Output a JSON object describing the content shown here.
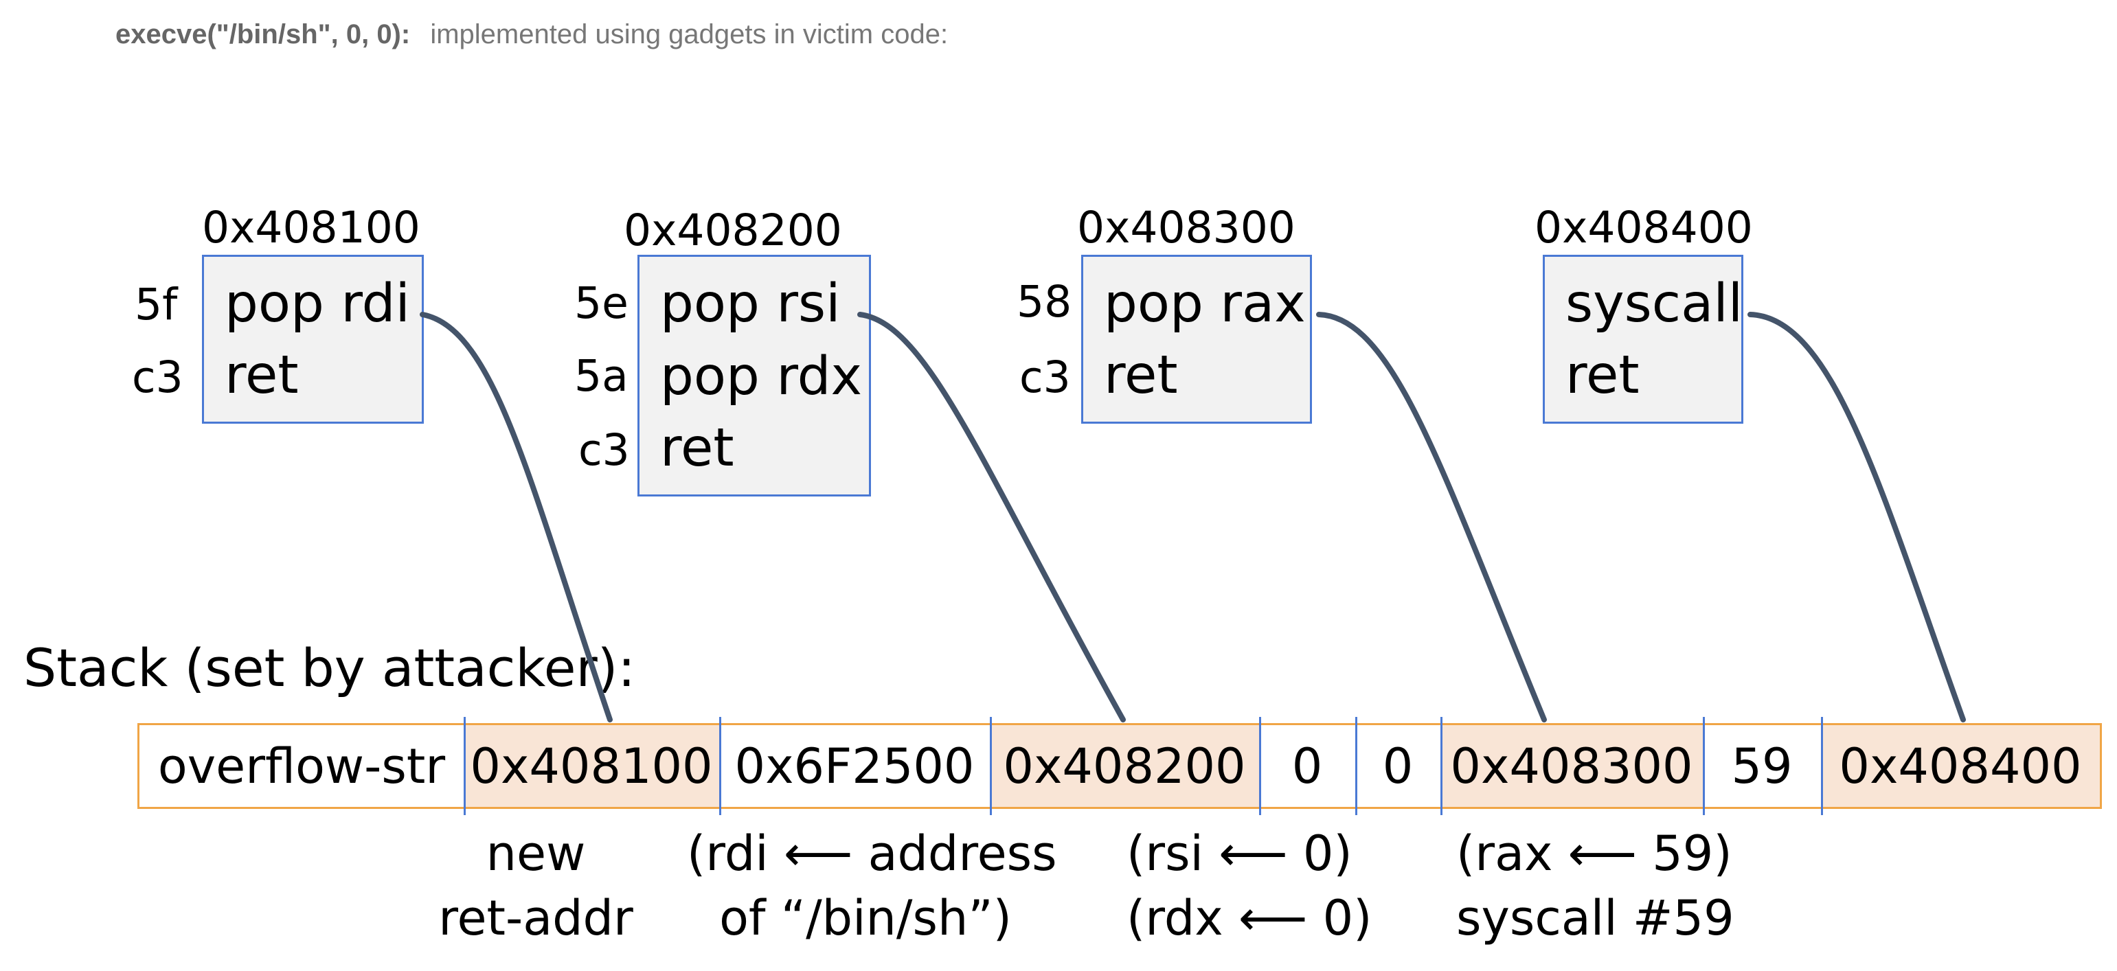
{
  "header": {
    "bold": "execve(\"/bin/sh\", 0, 0):",
    "rest": "implemented using gadgets in victim code:"
  },
  "gadgets": [
    {
      "address": "0x408100",
      "bytes": [
        "5f",
        "c3"
      ],
      "instructions": [
        "pop rdi",
        "ret"
      ]
    },
    {
      "address": "0x408200",
      "bytes": [
        "5e",
        "5a",
        "c3"
      ],
      "instructions": [
        "pop rsi",
        "pop rdx",
        "ret"
      ]
    },
    {
      "address": "0x408300",
      "bytes": [
        "58",
        "c3"
      ],
      "instructions": [
        "pop rax",
        "ret"
      ]
    },
    {
      "address": "0x408400",
      "bytes": [],
      "instructions": [
        "syscall",
        "ret"
      ]
    }
  ],
  "stack": {
    "label": "Stack (set by attacker):",
    "cells": [
      {
        "text": "overflow-str",
        "highlight": false
      },
      {
        "text": "0x408100",
        "highlight": true
      },
      {
        "text": "0x6F2500",
        "highlight": false
      },
      {
        "text": "0x408200",
        "highlight": true
      },
      {
        "text": "0",
        "highlight": false
      },
      {
        "text": "0",
        "highlight": false
      },
      {
        "text": "0x408300",
        "highlight": true
      },
      {
        "text": "59",
        "highlight": false
      },
      {
        "text": "0x408400",
        "highlight": true
      }
    ]
  },
  "annotations": [
    {
      "lines": [
        "new",
        "ret-addr"
      ]
    },
    {
      "lines": [
        "(rdi ⟵ address",
        "of “/bin/sh”)"
      ]
    },
    {
      "lines": [
        "(rsi ⟵ 0)",
        "(rdx ⟵ 0)"
      ]
    },
    {
      "lines": [
        "(rax ⟵ 59)",
        "syscall #59"
      ]
    }
  ],
  "colors": {
    "arrow": "#44546a",
    "gadget_border": "#4a79d4",
    "gadget_fill": "#f2f2f2",
    "stack_border": "#f0a546",
    "stack_highlight": "#f9e5d6"
  }
}
